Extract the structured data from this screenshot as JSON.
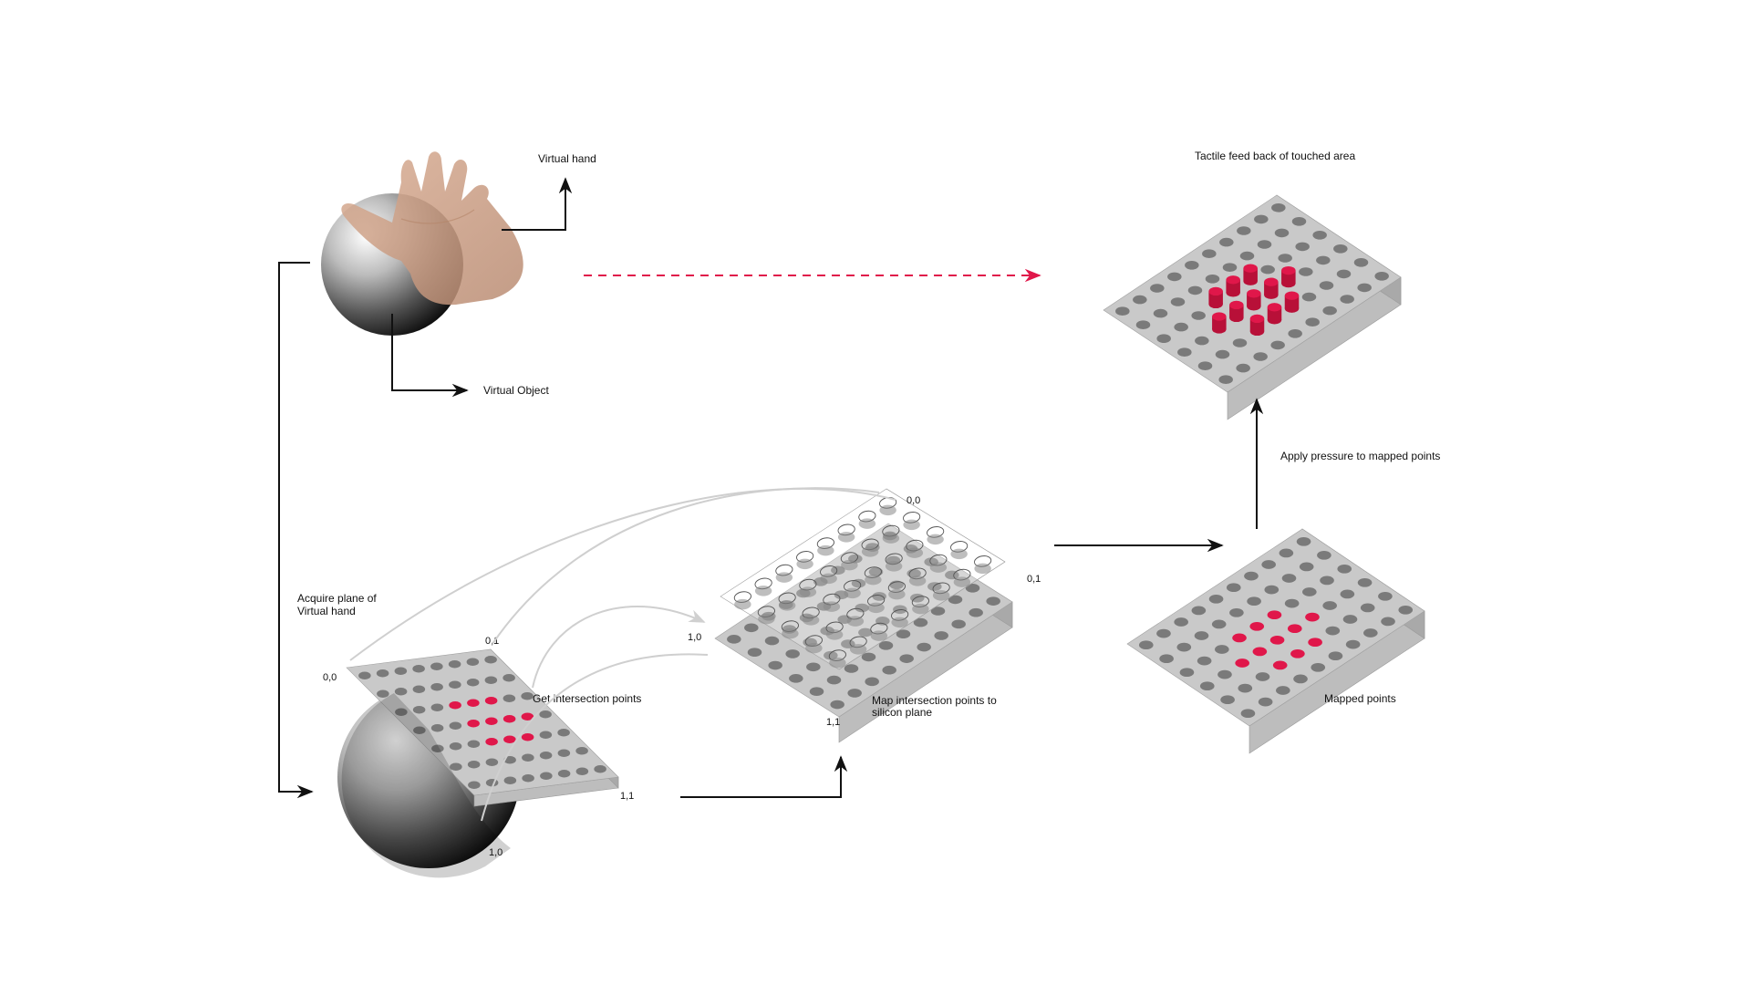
{
  "labels": {
    "virtual_hand": "Virtual hand",
    "virtual_object": "Virtual Object",
    "tactile_feedback": "Tactile feed back of touched area",
    "apply_pressure": "Apply pressure to mapped points",
    "acquire_plane_line1": "Acquire plane of",
    "acquire_plane_line2": "Virtual hand",
    "get_intersection": "Get intersection points",
    "map_points_line1": "Map intersection points to",
    "map_points_line2": "silicon plane",
    "mapped_points": "Mapped points"
  },
  "coords": {
    "plane_a": {
      "c00": "0,0",
      "c01": "0,1",
      "c10": "1,0",
      "c11": "1,1"
    },
    "plane_b": {
      "c00": "0,0",
      "c01": "0,1",
      "c10": "1,0",
      "c11": "1,1"
    }
  },
  "colors": {
    "accent_red": "#e0174a",
    "plate_top": "#c9c9c9",
    "plate_side": "#a9a9a9",
    "plate_front": "#bdbdbd",
    "dot_gray": "#7a7a7a",
    "arrow": "#111111",
    "curve": "#cfcfcf",
    "skin": "#c99a7f"
  }
}
